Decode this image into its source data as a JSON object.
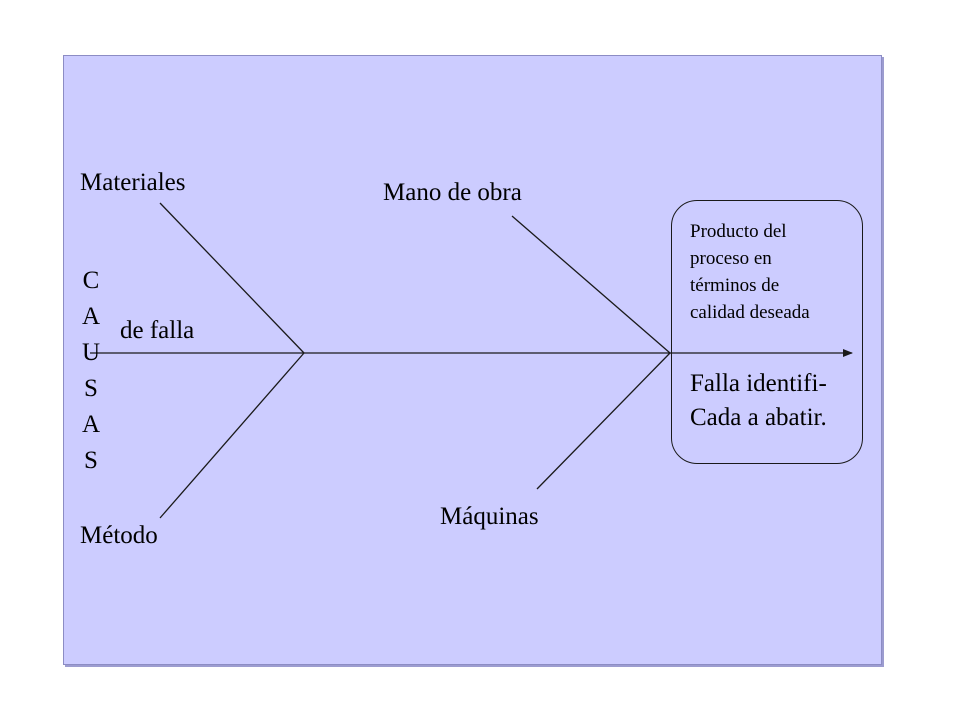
{
  "diagram": {
    "causes": {
      "top_left": "Materiales",
      "top_right": "Mano de obra",
      "bottom_left": "Método",
      "bottom_right": "Máquinas"
    },
    "left_label": {
      "letters": [
        "C",
        "A",
        "U",
        "S",
        "A",
        "S"
      ],
      "suffix": "de falla"
    },
    "effect": {
      "description_lines": [
        "Producto del",
        "proceso en",
        "términos de",
        "calidad deseada"
      ],
      "failure_lines": [
        "Falla identifi-",
        "Cada a abatir."
      ]
    },
    "colors": {
      "panel_fill": "#ccccff",
      "line": "#1a1a1a",
      "text": "#000000"
    }
  }
}
